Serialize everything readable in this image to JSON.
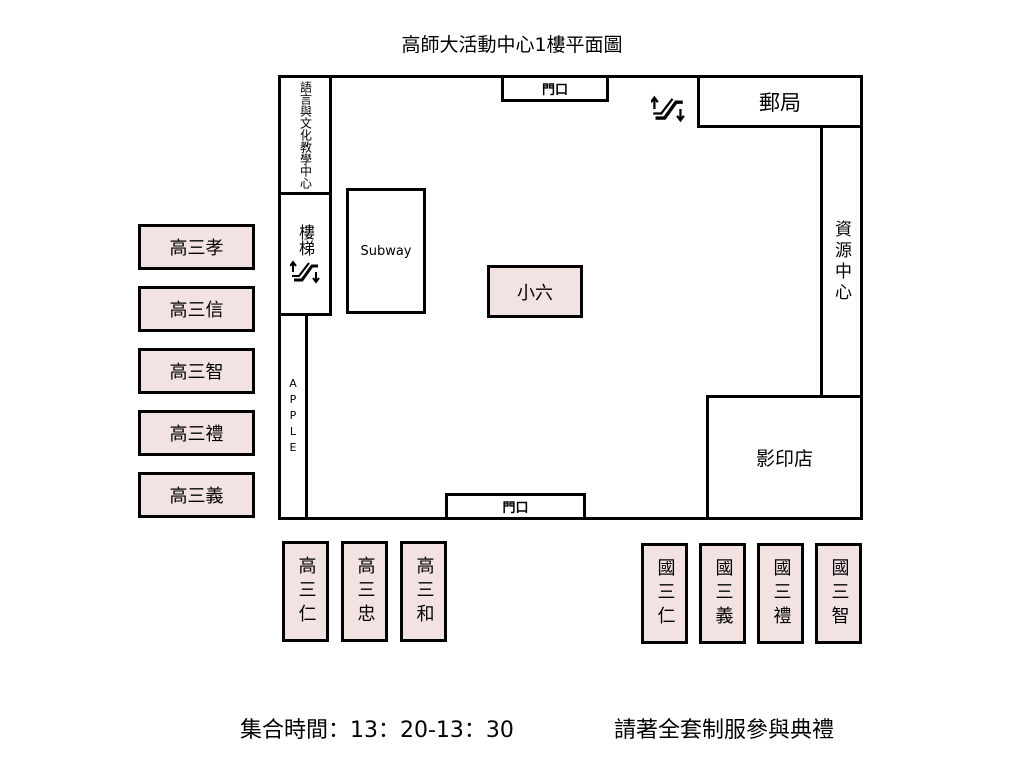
{
  "title": "高師大活動中心1樓平面圖",
  "rooms": {
    "language_center": "語言與文化教學中心",
    "post_office": "郵局",
    "stairs": "樓梯",
    "subway": "Subway",
    "resource_center": "資源中心",
    "apple": "APPLE",
    "xiaoliu": "小六",
    "print_shop": "影印店"
  },
  "doors": {
    "top": "門口",
    "bottom": "門口"
  },
  "left_classes": [
    "高三孝",
    "高三信",
    "高三智",
    "高三禮",
    "高三義"
  ],
  "bottom_senior_classes": [
    "高三仁",
    "高三忠",
    "高三和"
  ],
  "bottom_junior_classes": [
    "國三仁",
    "國三義",
    "國三禮",
    "國三智"
  ],
  "footer": {
    "assembly_time": "集合時間：13：20-13：30",
    "dress_code": "請著全套制服參與典禮"
  },
  "colors": {
    "class_fill": "#f3e2e2",
    "line": "#000000"
  }
}
